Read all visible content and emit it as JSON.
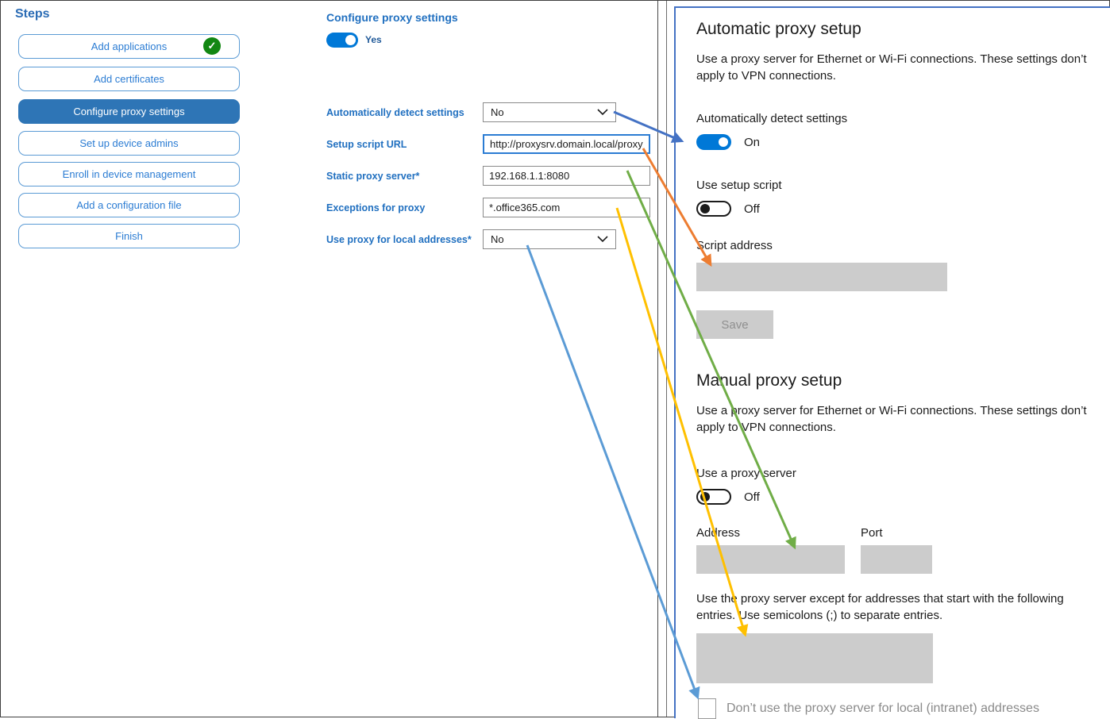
{
  "sidebar": {
    "title": "Steps",
    "items": [
      {
        "label": "Add applications",
        "completed": true
      },
      {
        "label": "Add certificates"
      },
      {
        "label": "Configure proxy settings",
        "active": true
      },
      {
        "label": "Set up device admins"
      },
      {
        "label": "Enroll in device management"
      },
      {
        "label": "Add a configuration file"
      },
      {
        "label": "Finish"
      }
    ]
  },
  "form": {
    "title": "Configure proxy settings",
    "enabled_toggle_label": "Yes",
    "fields": [
      {
        "label": "Automatically detect settings",
        "type": "select",
        "value": "No"
      },
      {
        "label": "Setup script URL",
        "type": "text",
        "value": "http://proxysrv.domain.local/proxy.pa"
      },
      {
        "label": "Static proxy server*",
        "type": "text",
        "value": "192.168.1.1:8080"
      },
      {
        "label": "Exceptions for proxy",
        "type": "text",
        "value": "*.office365.com"
      },
      {
        "label": "Use proxy for local addresses*",
        "type": "select",
        "value": "No"
      }
    ]
  },
  "settings_panel": {
    "automatic": {
      "heading": "Automatic proxy setup",
      "description": "Use a proxy server for Ethernet or Wi-Fi connections. These settings don’t apply to VPN connections.",
      "detect_label": "Automatically detect settings",
      "detect_state": "On",
      "script_toggle_label": "Use setup script",
      "script_toggle_state": "Off",
      "script_address_label": "Script address",
      "save_label": "Save"
    },
    "manual": {
      "heading": "Manual proxy setup",
      "description": "Use a proxy server for Ethernet or Wi-Fi connections. These settings don’t apply to VPN connections.",
      "proxy_toggle_label": "Use a proxy server",
      "proxy_toggle_state": "Off",
      "address_label": "Address",
      "port_label": "Port",
      "exceptions_description": "Use the proxy server except for addresses that start with the following entries. Use semicolons (;) to separate entries.",
      "local_checkbox_label": "Don’t use the proxy server for local (intranet) addresses"
    }
  },
  "colors": {
    "accent_blue": "#0078d7",
    "sidebar_selected": "#2e75b6",
    "panel_border": "#4472c4",
    "completed_green": "#128712",
    "arrow_blue": "#4472c4",
    "arrow_orange": "#ed7d31",
    "arrow_green": "#70ad47",
    "arrow_yellow": "#ffc000",
    "arrow_lightblue": "#5b9bd5",
    "disabled_gray": "#cccccc"
  }
}
